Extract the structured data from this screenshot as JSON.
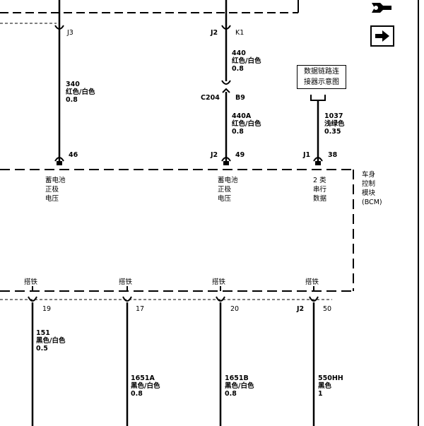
{
  "top_connectors": [
    {
      "id": "c-left",
      "pin": "J3",
      "prefix": ""
    },
    {
      "id": "c-mid",
      "pin": "K1",
      "prefix": "J2"
    }
  ],
  "wires": [
    {
      "id": "w340",
      "num": "340",
      "color": "红色/白色",
      "gauge": "0.8"
    },
    {
      "id": "w440",
      "num": "440",
      "color": "红色/白色",
      "gauge": "0.8"
    },
    {
      "id": "w440a",
      "num": "440A",
      "color": "红色/白色",
      "gauge": "0.8"
    },
    {
      "id": "w1037",
      "num": "1037",
      "color": "浅绿色",
      "gauge": "0.35"
    },
    {
      "id": "w151",
      "num": "151",
      "color": "黑色/白色",
      "gauge": "0.5"
    },
    {
      "id": "w1651a",
      "num": "1651A",
      "color": "黑色/白色",
      "gauge": "0.8"
    },
    {
      "id": "w1651b",
      "num": "1651B",
      "color": "黑色/白色",
      "gauge": "0.8"
    },
    {
      "id": "w550hh",
      "num": "550HH",
      "color": "黑色",
      "gauge": "1"
    }
  ],
  "inline_connector": {
    "name": "C204",
    "pin": "B9"
  },
  "dlc_box": {
    "line1": "数据链路连",
    "line2": "接器示意图"
  },
  "bcm_pins_top": [
    {
      "prefix": "",
      "pin": "46"
    },
    {
      "prefix": "J2",
      "pin": "49"
    },
    {
      "prefix": "J1",
      "pin": "38"
    }
  ],
  "bcm_functions": [
    {
      "l1": "蓄电池",
      "l2": "正极",
      "l3": "电压"
    },
    {
      "l1": "蓄电池",
      "l2": "正极",
      "l3": "电压"
    },
    {
      "l1": "2 类",
      "l2": "串行",
      "l3": "数据"
    }
  ],
  "bcm_label": {
    "l1": "车身",
    "l2": "控制",
    "l3": "模块",
    "l4": "(BCM)"
  },
  "ground_label": "搭铁",
  "bcm_pins_bottom": [
    {
      "prefix": "",
      "pin": "19"
    },
    {
      "prefix": "",
      "pin": "17"
    },
    {
      "prefix": "",
      "pin": "20"
    },
    {
      "prefix": "J2",
      "pin": "50"
    }
  ],
  "icons": {
    "tool": "wrench-icon",
    "nav": "arrow-right-icon"
  }
}
